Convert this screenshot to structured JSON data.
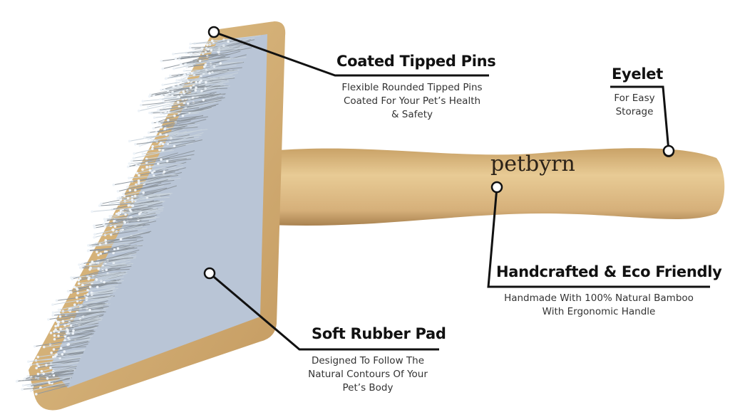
{
  "brand": "petbyrn",
  "colors": {
    "bamboo": "#d9b47a",
    "bamboo_dark": "#b98e55",
    "pad": "#b9c5d6",
    "pins": "#e4ecf3",
    "line": "#111111"
  },
  "callouts": {
    "pins": {
      "title": "Coated Tipped Pins",
      "lines": [
        "Flexible Rounded Tipped Pins",
        "Coated For Your Pet’s Health",
        "& Safety"
      ]
    },
    "eyelet": {
      "title": "Eyelet",
      "lines": [
        "For Easy",
        "Storage"
      ]
    },
    "handle": {
      "title": "Handcrafted & Eco Friendly",
      "lines": [
        "Handmade With 100% Natural Bamboo",
        "With Ergonomic Handle"
      ]
    },
    "pad": {
      "title": "Soft Rubber Pad",
      "lines": [
        "Designed To Follow The",
        "Natural Contours Of Your",
        "Pet’s Body"
      ]
    }
  }
}
